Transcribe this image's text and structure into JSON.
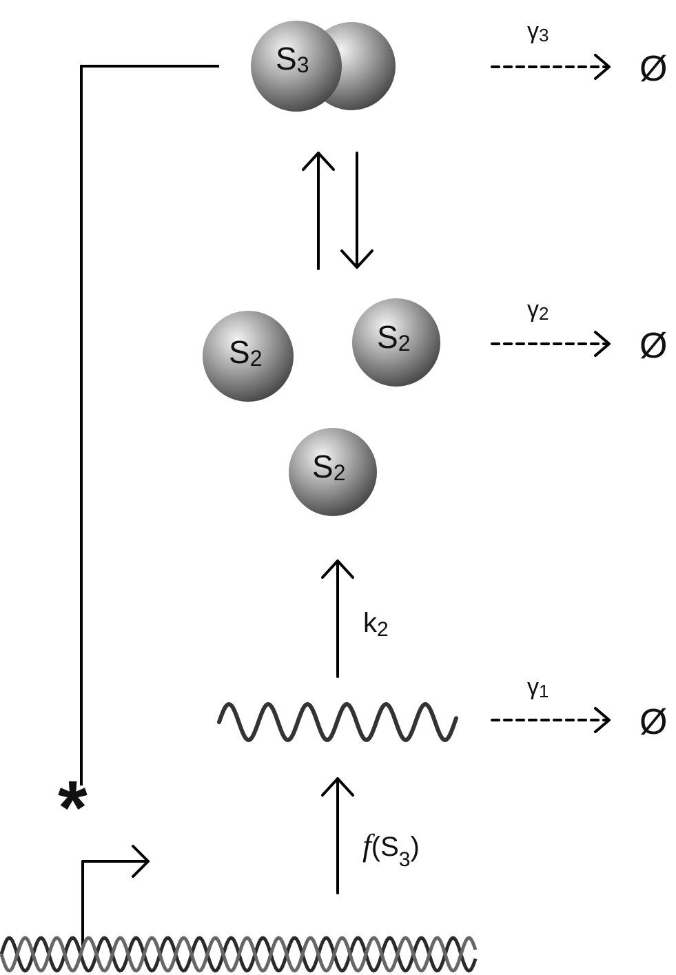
{
  "species": {
    "dimer": {
      "base": "S",
      "sub": "3"
    },
    "monomer": {
      "base": "S",
      "sub": "2"
    }
  },
  "rates": {
    "translation": {
      "base": "k",
      "sub": "2"
    },
    "transcription": {
      "fn": "f",
      "open": "(S",
      "sub": "3",
      "close": ")"
    }
  },
  "degradation": [
    {
      "symbol": "γ",
      "sub": "3",
      "product": "Ø"
    },
    {
      "symbol": "γ",
      "sub": "2",
      "product": "Ø"
    },
    {
      "symbol": "γ",
      "sub": "1",
      "product": "Ø"
    }
  ],
  "feedback": {
    "marker": "*"
  },
  "colors": {
    "line": "#000000",
    "sphere_light": "#f2f2f2",
    "sphere_dark": "#555555",
    "strand": "#3a3a3a"
  }
}
